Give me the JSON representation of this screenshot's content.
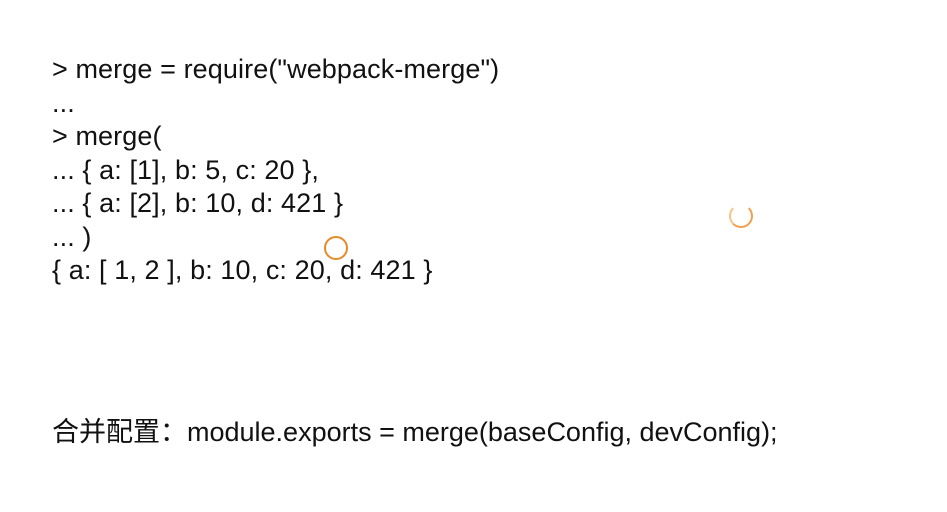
{
  "code": {
    "lines": [
      "> merge = require(\"webpack-merge\")",
      "...",
      "> merge(",
      "... { a: [1], b: 5, c: 20 },",
      "... { a: [2], b: 10, d: 421 }",
      "... )",
      "{ a: [ 1, 2 ], b: 10, c: 20, d: 421 }"
    ]
  },
  "summary": {
    "label": "合并配置：",
    "code": "module.exports = merge(baseConfig, devConfig);"
  },
  "colors": {
    "cursor_ring": "#e8892b",
    "loading_spinner": "#f0a050"
  },
  "icons": {
    "cursor": "cursor-ring-icon",
    "spinner": "loading-spinner-icon"
  }
}
